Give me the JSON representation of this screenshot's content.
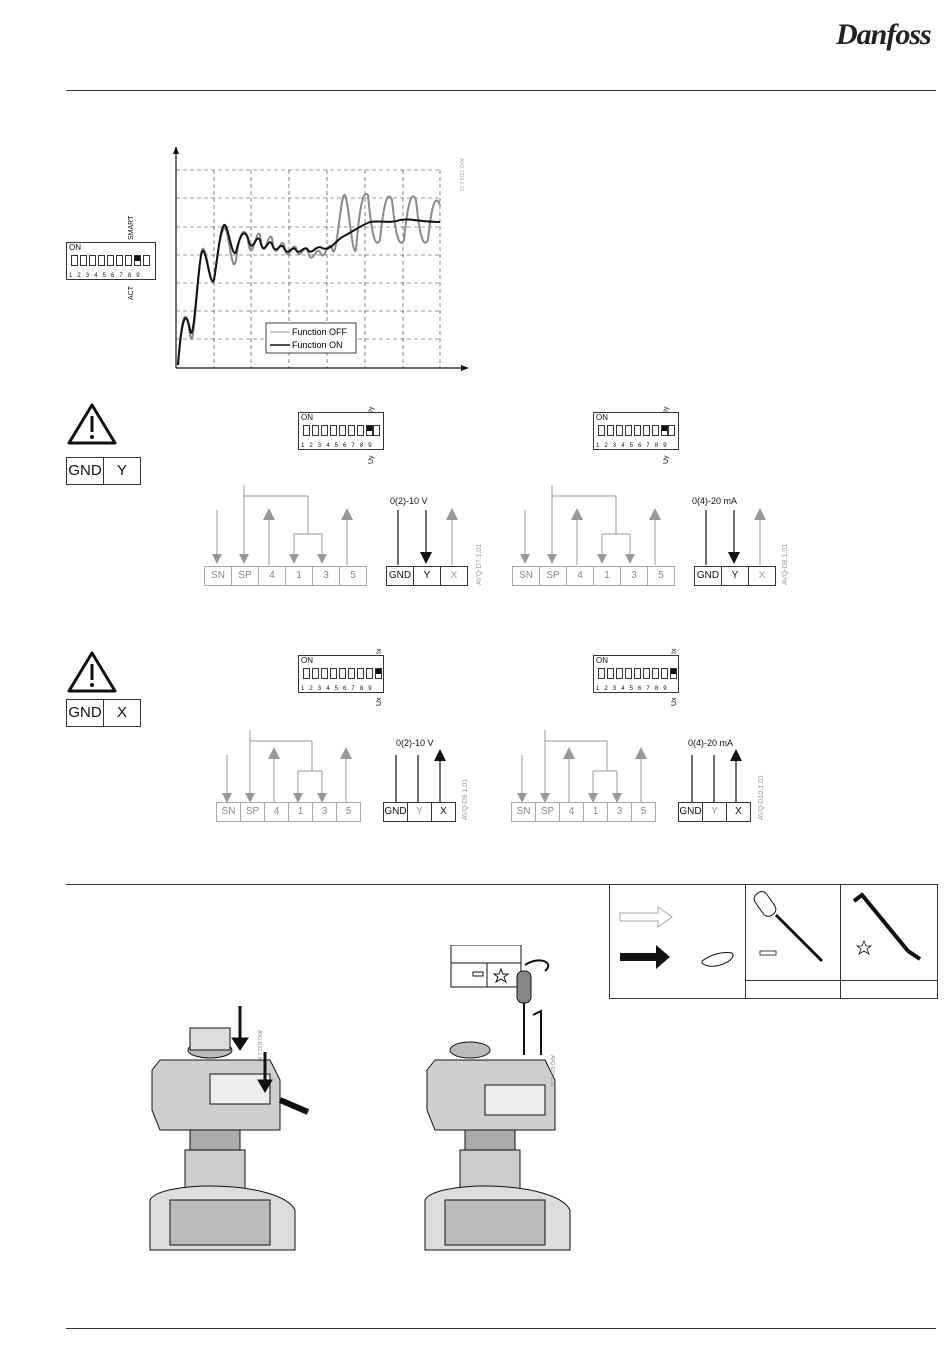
{
  "header": {
    "brand": "Danfoss"
  },
  "chart": {
    "legend": [
      "Function OFF",
      "Function ON"
    ],
    "dip": {
      "on_label": "ON",
      "numbers": "1 2 3 4 5 6 7 8 9",
      "top_label": "SMART",
      "bottom_label": "ACT"
    },
    "code": "AVQ-OD8.1.01"
  },
  "section_y": {
    "box": [
      "GND",
      "Y"
    ],
    "left": {
      "dip": {
        "on_label": "ON",
        "numbers": "1 2 3 4 5 6 7 8 9",
        "top_label": "Iy",
        "bottom_label": "Uy"
      },
      "signal": "0(2)-10 V",
      "strip": [
        "SN",
        "SP",
        "4",
        "1",
        "3",
        "5"
      ],
      "strip2": [
        "GND",
        "Y",
        "X"
      ],
      "code": "AVQ-D7.1.01"
    },
    "right": {
      "dip": {
        "on_label": "ON",
        "numbers": "1 2 3 4 5 6 7 8 9",
        "top_label": "Iy",
        "bottom_label": "Uy"
      },
      "signal": "0(4)-20 mA",
      "strip": [
        "SN",
        "SP",
        "4",
        "1",
        "3",
        "5"
      ],
      "strip2": [
        "GND",
        "Y",
        "X"
      ],
      "code": "AVQ-D8.1.01"
    }
  },
  "section_x": {
    "box": [
      "GND",
      "X"
    ],
    "left": {
      "dip": {
        "on_label": "ON",
        "numbers": "1 2 3 4 5 6 7 8 9",
        "top_label": "Ix",
        "bottom_label": "Ux"
      },
      "signal": "0(2)-10 V",
      "strip": [
        "SN",
        "SP",
        "4",
        "1",
        "3",
        "5"
      ],
      "strip2": [
        "GND",
        "Y",
        "X"
      ],
      "code": "AVQ-D9.1.01"
    },
    "right": {
      "dip": {
        "on_label": "ON",
        "numbers": "1 2 3 4 5 6 7 8 9",
        "top_label": "Ix",
        "bottom_label": "Ux"
      },
      "signal": "0(4)-20 mA",
      "strip": [
        "SN",
        "SP",
        "4",
        "1",
        "3",
        "5"
      ],
      "strip2": [
        "GND",
        "Y",
        "X"
      ],
      "code": "AVQ-D10.1.01"
    }
  },
  "install": {
    "fig1_code": "AVQ-D12.1.01",
    "fig2_code": "AVQ-D11.1.01"
  }
}
